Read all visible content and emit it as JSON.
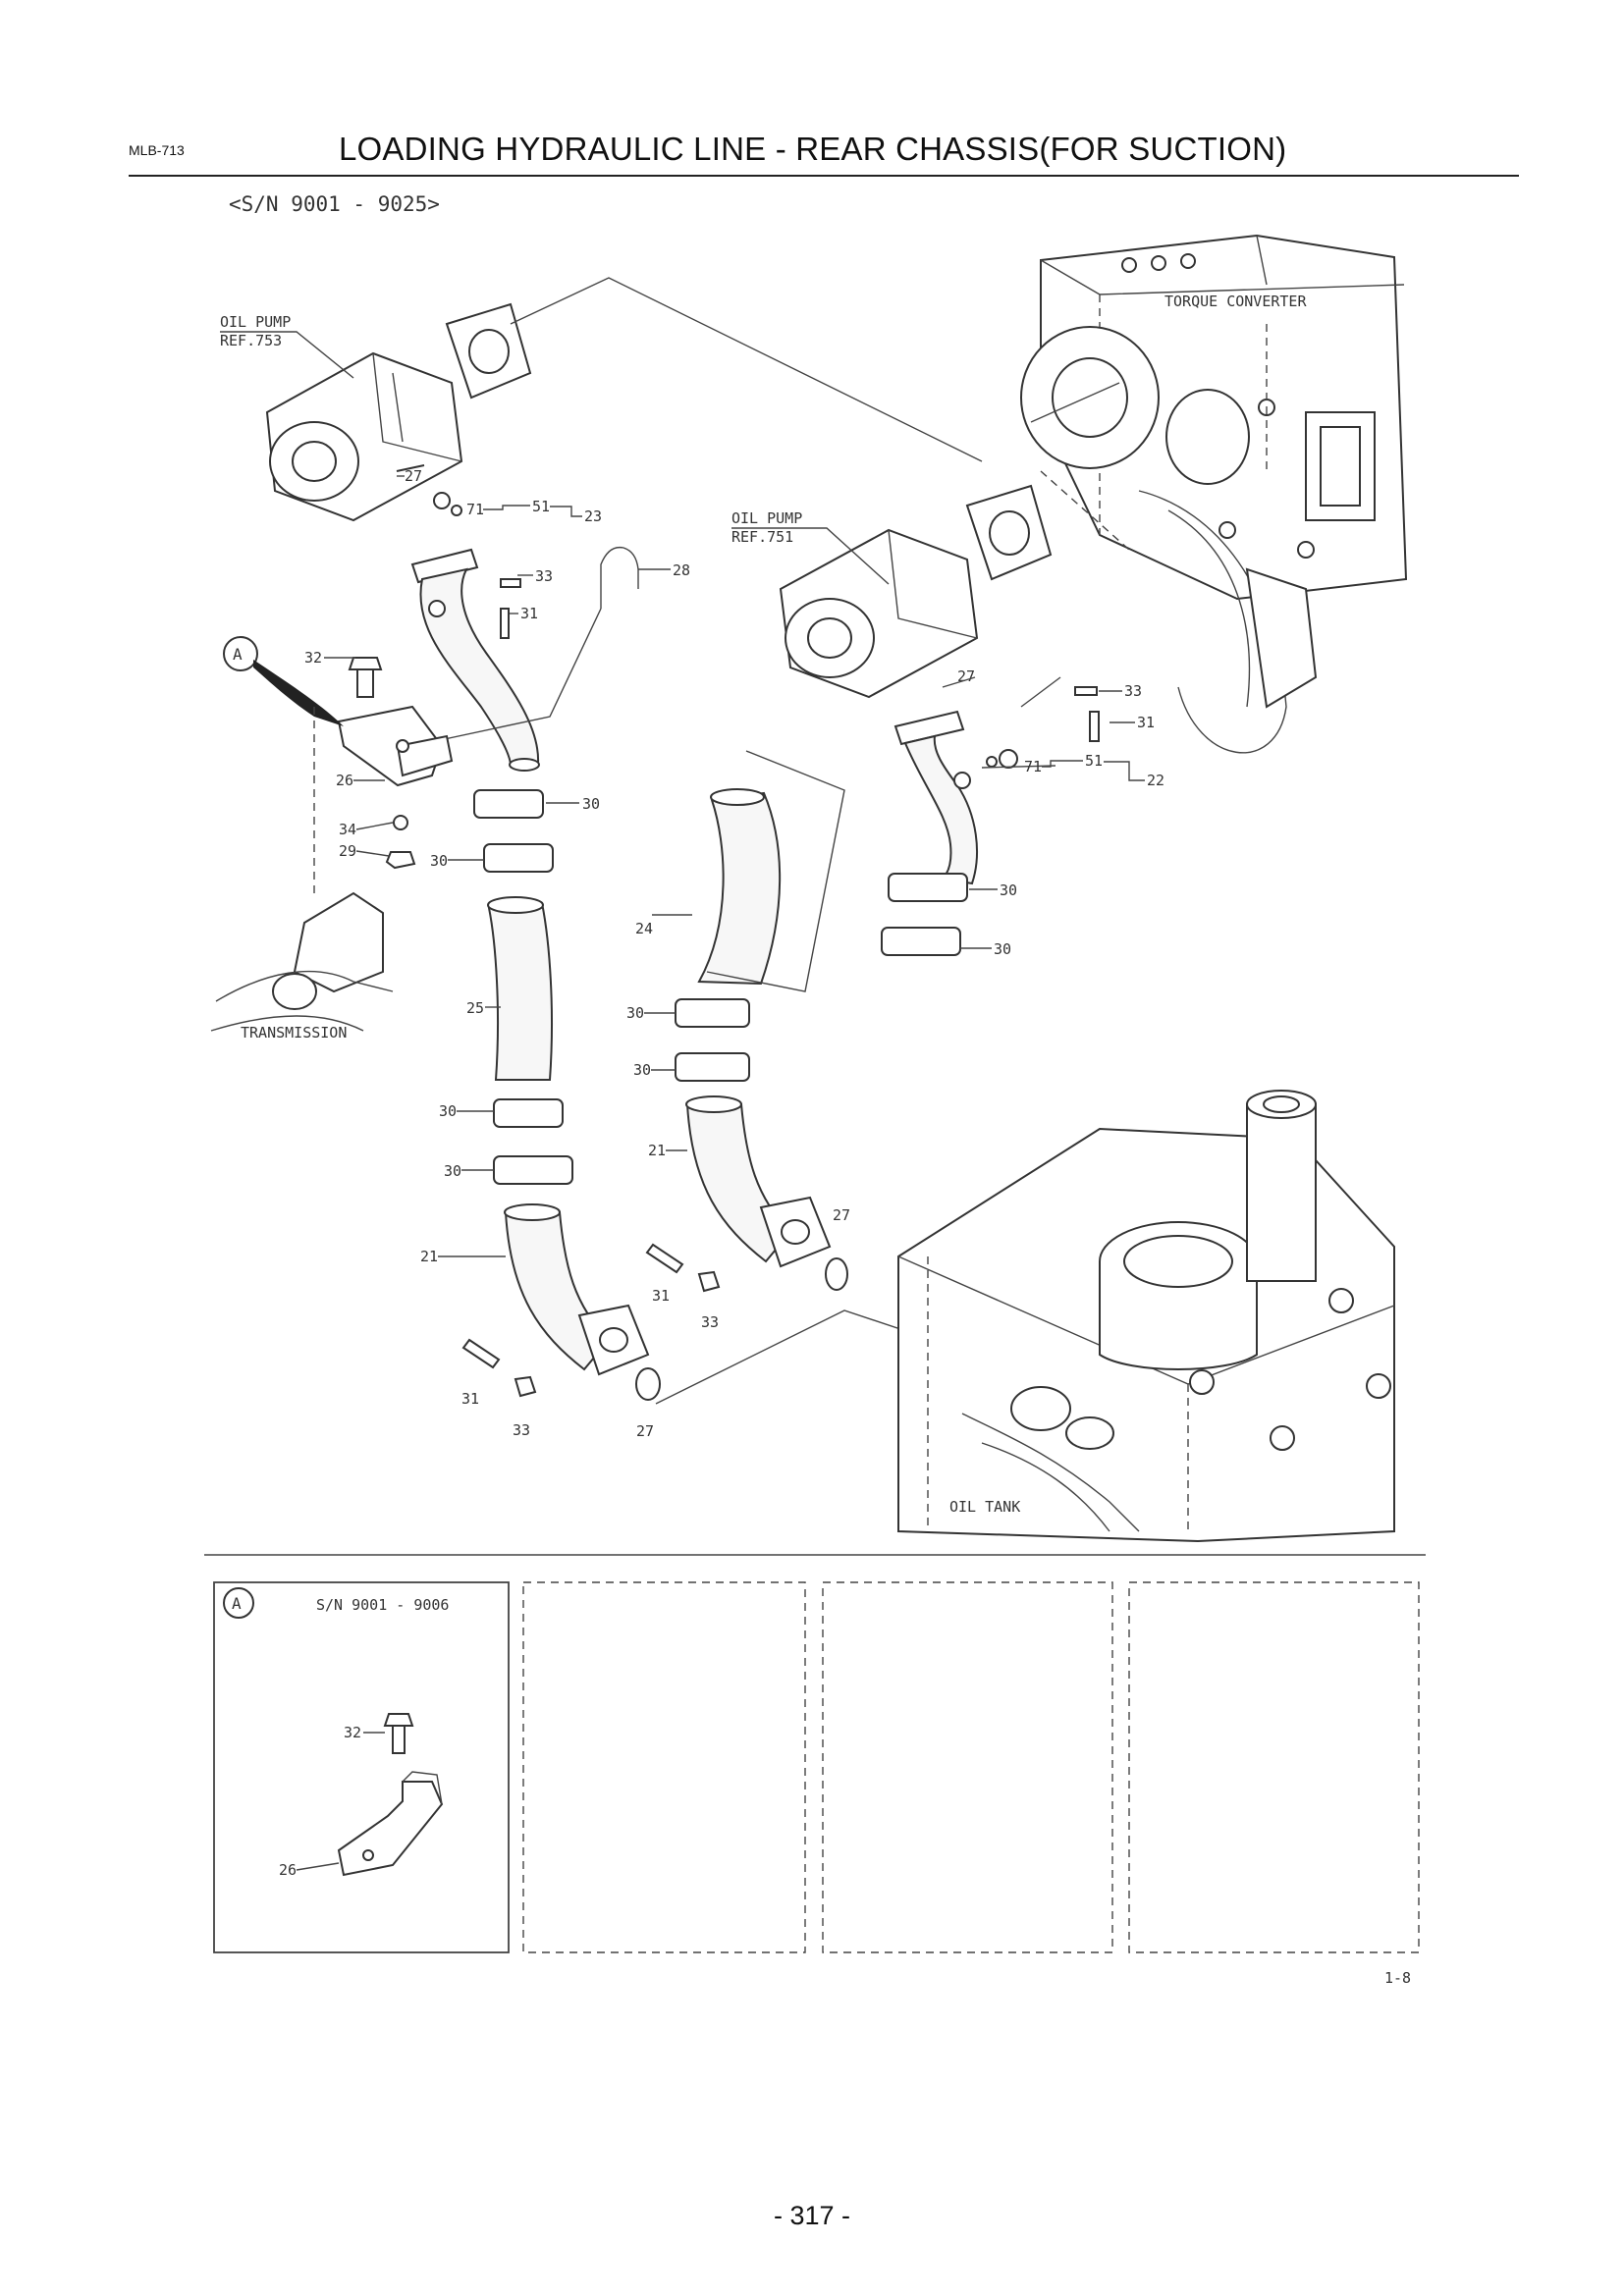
{
  "header": {
    "page_code": "MLB-713",
    "title": "LOADING HYDRAULIC LINE - REAR CHASSIS(FOR SUCTION)",
    "sn_range": "<S/N 9001 - 9025>"
  },
  "callouts": {
    "oil_pump_left": "OIL PUMP",
    "oil_pump_left_ref": "REF.753",
    "oil_pump_right": "OIL PUMP",
    "oil_pump_right_ref": "REF.751",
    "torque_converter": "TORQUE CONVERTER",
    "transmission": "TRANSMISSION",
    "oil_tank": "OIL TANK",
    "detail_marker": "A"
  },
  "part_numbers": {
    "p21a": "21",
    "p21b": "21",
    "p22": "22",
    "p23": "23",
    "p24": "24",
    "p25": "25",
    "p26": "26",
    "p27a": "27",
    "p27b": "27",
    "p27c": "27",
    "p27d": "27",
    "p28": "28",
    "p29": "29",
    "p30a": "30",
    "p30b": "30",
    "p30c": "30",
    "p30d": "30",
    "p30e": "30",
    "p30f": "30",
    "p30g": "30",
    "p30h": "30",
    "p31a": "31",
    "p31b": "31",
    "p31c": "31",
    "p31d": "31",
    "p32": "32",
    "p33a": "33",
    "p33b": "33",
    "p33c": "33",
    "p33d": "33",
    "p34": "34",
    "p51a": "51",
    "p51b": "51",
    "p71a": "71",
    "p71b": "71"
  },
  "detail_panel": {
    "marker": "A",
    "sn_range": "S/N 9001 - 9006",
    "p32": "32",
    "p26": "26"
  },
  "figure_code": "1-8",
  "page_number": "- 317 -"
}
